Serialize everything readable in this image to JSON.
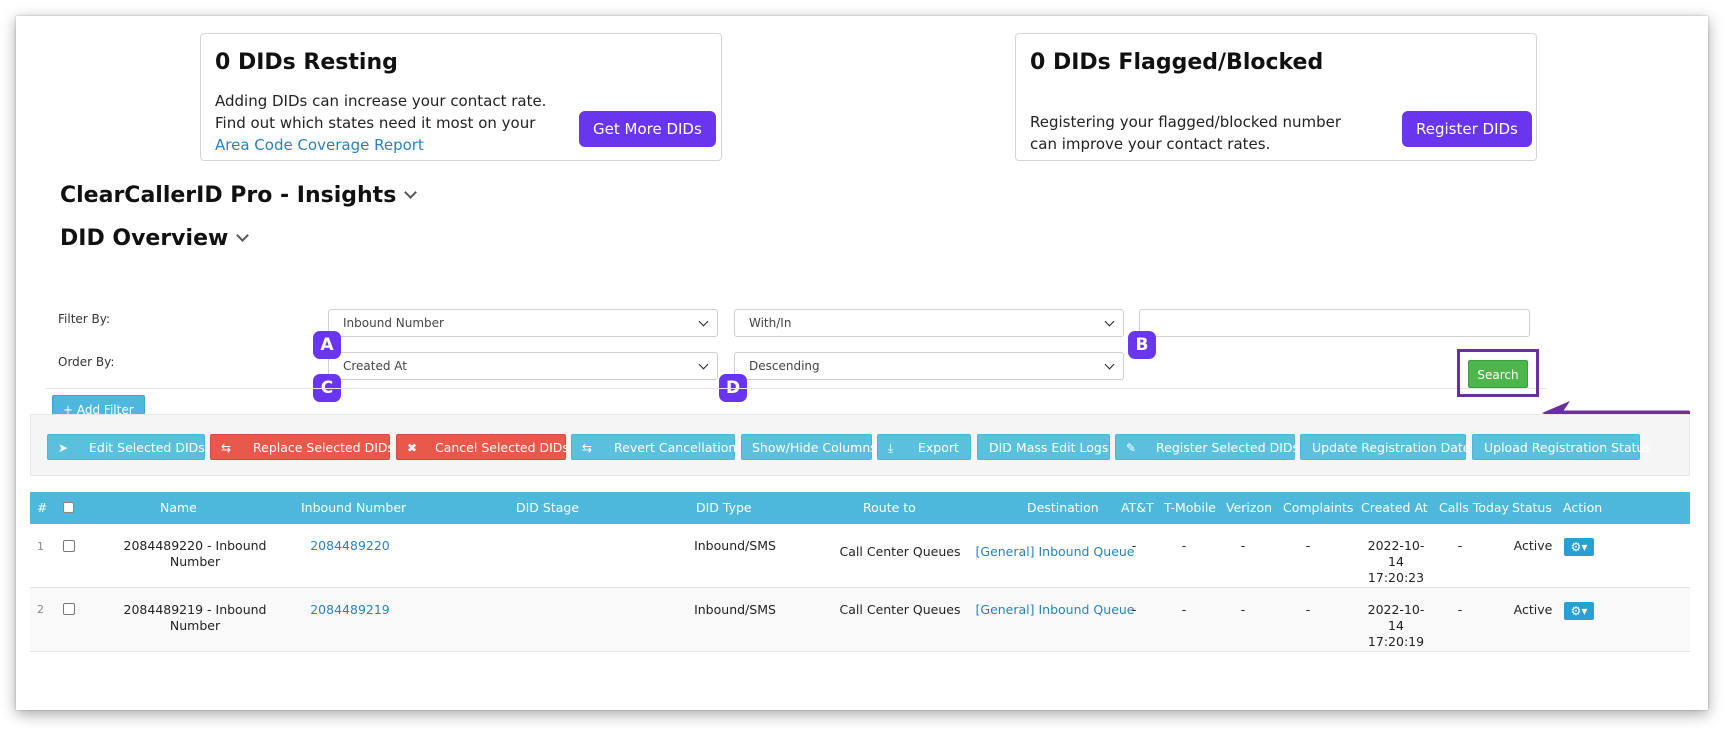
{
  "cards": {
    "resting": {
      "title": "0 DIDs Resting",
      "line1": "Adding DIDs can increase your contact rate.",
      "line2": "Find out which states need it most on your",
      "link": "Area Code Coverage Report",
      "button": "Get More DIDs"
    },
    "flagged": {
      "title": "0 DIDs Flagged/Blocked",
      "line1": "Registering your flagged/blocked number",
      "line2": "can improve your contact rates.",
      "button": "Register DIDs"
    }
  },
  "sections": {
    "insights": "ClearCallerID Pro - Insights",
    "overview": "DID Overview"
  },
  "filters": {
    "filter_by_label": "Filter By:",
    "order_by_label": "Order By:",
    "filter_field": "Inbound Number",
    "filter_operator": "With/In",
    "filter_value": "",
    "order_field": "Created At",
    "order_direction": "Descending",
    "add_filter": "+ Add Filter",
    "search": "Search"
  },
  "badges": {
    "a": "A",
    "b": "B",
    "c": "C",
    "d": "D"
  },
  "toolbar": {
    "edit": "Edit Selected DIDs",
    "replace": "Replace Selected DIDs",
    "cancel": "Cancel Selected DIDs",
    "revert": "Revert Cancellation",
    "showhide": "Show/Hide Columns",
    "export": "Export",
    "masslogs": "DID Mass Edit Logs",
    "register": "Register Selected DIDs",
    "update_reg": "Update Registration Date",
    "upload_reg": "Upload Registration Status"
  },
  "table": {
    "headers": {
      "num": "#",
      "name": "Name",
      "inbound": "Inbound Number",
      "stage": "DID Stage",
      "type": "DID Type",
      "route": "Route to",
      "destination": "Destination",
      "att": "AT&T",
      "tmobile": "T-Mobile",
      "verizon": "Verizon",
      "complaints": "Complaints",
      "created": "Created At",
      "calls": "Calls Today",
      "status": "Status",
      "action": "Action"
    },
    "rows": [
      {
        "index": "1",
        "name_l1": "2084489220 - Inbound",
        "name_l2": "Number",
        "inbound": "2084489220",
        "stage": "",
        "type": "Inbound/SMS",
        "route": "Call Center Queues",
        "destination": "[General] Inbound Queue",
        "att": "-",
        "tmobile": "-",
        "verizon": "-",
        "complaints": "-",
        "created_l1": "2022-10-",
        "created_l2": "14",
        "created_l3": "17:20:23",
        "calls": "-",
        "status": "Active"
      },
      {
        "index": "2",
        "name_l1": "2084489219 - Inbound",
        "name_l2": "Number",
        "inbound": "2084489219",
        "stage": "",
        "type": "Inbound/SMS",
        "route": "Call Center Queues",
        "destination": "[General] Inbound Queue",
        "att": "-",
        "tmobile": "-",
        "verizon": "-",
        "complaints": "-",
        "created_l1": "2022-10-",
        "created_l2": "14",
        "created_l3": "17:20:19",
        "calls": "-",
        "status": "Active"
      }
    ]
  },
  "colors": {
    "purple": "#6a35ee",
    "annotation": "#6a2ea0",
    "header_blue": "#4eb8dc",
    "button_blue": "#5bc0de",
    "button_red": "#e8594b",
    "search_green": "#4cb54c"
  }
}
